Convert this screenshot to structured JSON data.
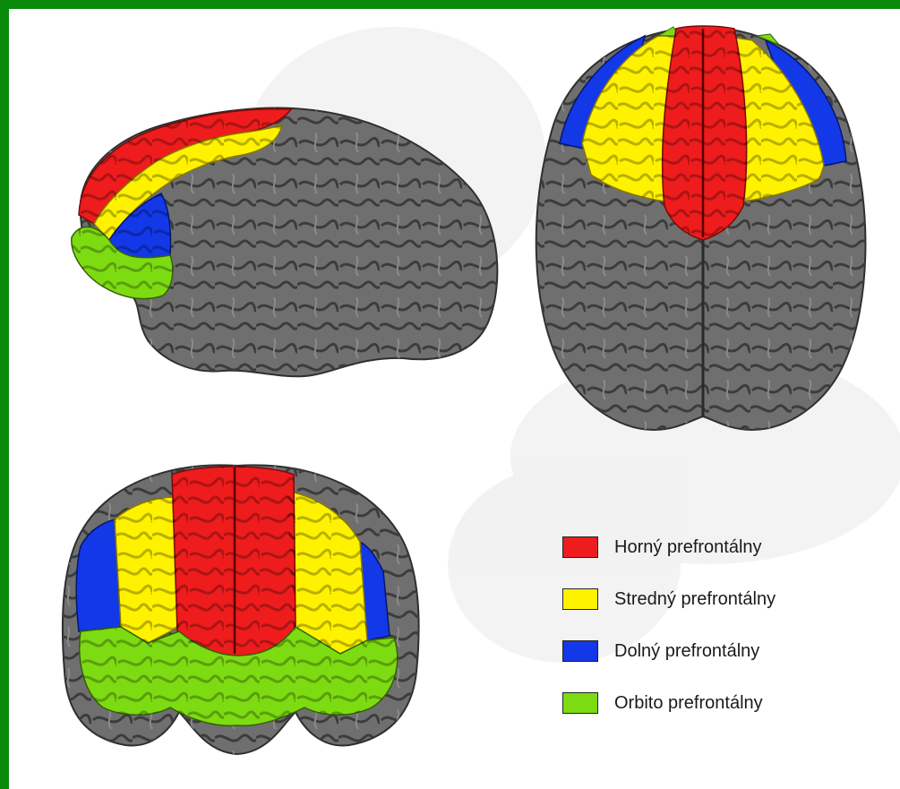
{
  "colors": {
    "frame": "#0a8a0a",
    "cortex": "#6f6f6f",
    "superior": "#ee1c1c",
    "middle": "#fff200",
    "inferior": "#1238e8",
    "orbital": "#7ddb12"
  },
  "legend": [
    {
      "label": "Horný prefrontálny",
      "color": "#ee1c1c"
    },
    {
      "label": "Stredný prefrontálny",
      "color": "#fff200"
    },
    {
      "label": "Dolný prefrontálny",
      "color": "#1238e8"
    },
    {
      "label": "Orbito prefrontálny",
      "color": "#7ddb12"
    }
  ],
  "views": [
    "lateral-view",
    "superior-view",
    "frontal-view"
  ]
}
